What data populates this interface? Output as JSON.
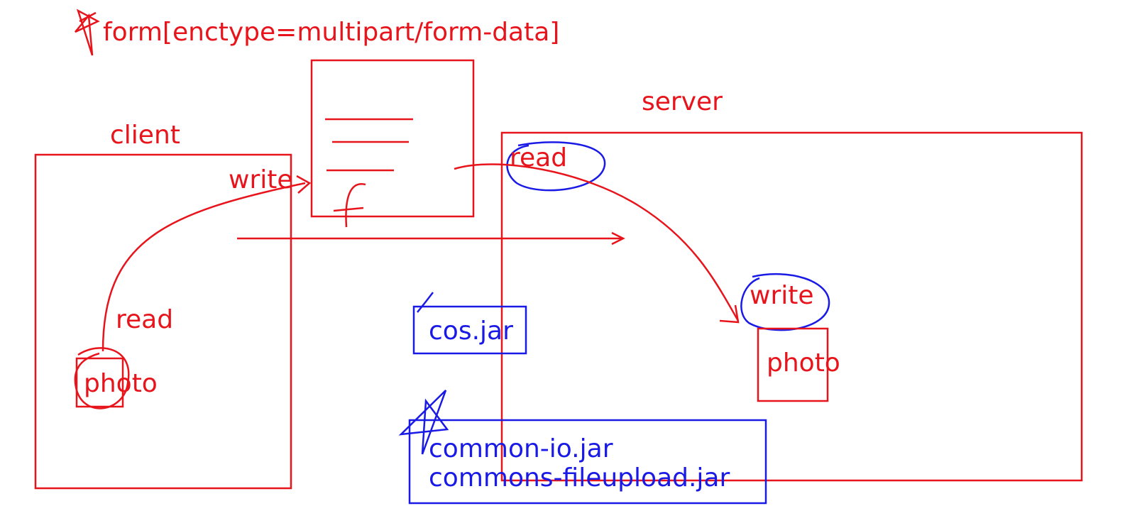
{
  "title": "form[enctype=multipart/form-data]",
  "client": {
    "label": "client",
    "write": "write",
    "read": "read",
    "photo": "photo"
  },
  "server": {
    "label": "server",
    "read": "read",
    "write": "write",
    "photo": "photo"
  },
  "libraries": {
    "cos": "cos.jar",
    "commons_io": "common-io.jar",
    "commons_fileupload": "commons-fileupload.jar"
  },
  "colors": {
    "red": "#e8141c",
    "blue": "#1a1ae6"
  }
}
